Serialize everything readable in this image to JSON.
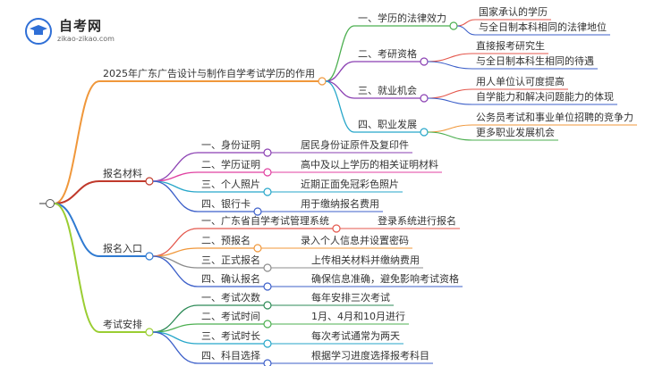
{
  "logo": {
    "title": "自考网",
    "url": "zikao-zikao.com",
    "icon": "graduation-cap-icon"
  },
  "branches": [
    {
      "label": "2025年广东广告设计与制作自学考试学历的作用",
      "color": "#f0973a",
      "children": [
        {
          "label": "一、学历的法律效力",
          "color": "#4caf50",
          "children": [
            {
              "label": "国家承认的学历",
              "color": "#e4574c"
            },
            {
              "label": "与全日制本科相同的法律地位",
              "color": "#3c5fc9"
            }
          ]
        },
        {
          "label": "二、考研资格",
          "color": "#8a3fb2",
          "children": [
            {
              "label": "直接报考研究生",
              "color": "#e4574c"
            },
            {
              "label": "与全日制本科生相同的待遇",
              "color": "#3c5fc9"
            }
          ]
        },
        {
          "label": "三、就业机会",
          "color": "#8a3fb2",
          "children": [
            {
              "label": "用人单位认可度提高",
              "color": "#e4574c"
            },
            {
              "label": "自学能力和解决问题能力的体现",
              "color": "#3c5fc9"
            }
          ]
        },
        {
          "label": "四、职业发展",
          "color": "#26a6c9",
          "children": [
            {
              "label": "公务员考试和事业单位招聘的竞争力",
              "color": "#f0973a"
            },
            {
              "label": "更多职业发展机会",
              "color": "#4caf50"
            }
          ]
        }
      ]
    },
    {
      "label": "报名材料",
      "color": "#c0392b",
      "children": [
        {
          "label": "一、身份证明",
          "color": "#8a3fb2",
          "children": [
            {
              "label": "居民身份证原件及复印件",
              "color": "#8a3fb2"
            }
          ]
        },
        {
          "label": "二、学历证明",
          "color": "#e040a0",
          "children": [
            {
              "label": "高中及以上学历的相关证明材料",
              "color": "#e040a0"
            }
          ]
        },
        {
          "label": "三、个人照片",
          "color": "#26a6c9",
          "children": [
            {
              "label": "近期正面免冠彩色照片",
              "color": "#26a6c9"
            }
          ]
        },
        {
          "label": "四、银行卡",
          "color": "#3c5fc9",
          "children": [
            {
              "label": "用于缴纳报名费用",
              "color": "#3c5fc9"
            }
          ]
        }
      ]
    },
    {
      "label": "报名入口",
      "color": "#2f7ad1",
      "children": [
        {
          "label": "一、广东省自学考试管理系统",
          "color": "#e4574c",
          "children": [
            {
              "label": "登录系统进行报名",
              "color": "#e4574c"
            }
          ]
        },
        {
          "label": "二、预报名",
          "color": "#f0973a",
          "children": [
            {
              "label": "录入个人信息并设置密码",
              "color": "#f0973a"
            }
          ]
        },
        {
          "label": "三、正式报名",
          "color": "#8c8c8c",
          "children": [
            {
              "label": "上传相关材料并缴纳费用",
              "color": "#8c8c8c"
            }
          ]
        },
        {
          "label": "四、确认报名",
          "color": "#3c5fc9",
          "children": [
            {
              "label": "确保信息准确，避免影响考试资格",
              "color": "#3c5fc9"
            }
          ]
        }
      ]
    },
    {
      "label": "考试安排",
      "color": "#9acd32",
      "children": [
        {
          "label": "一、考试次数",
          "color": "#2e8b57",
          "children": [
            {
              "label": "每年安排三次考试",
              "color": "#2e8b57"
            }
          ]
        },
        {
          "label": "二、考试时间",
          "color": "#4caf50",
          "children": [
            {
              "label": "1月、4月和10月进行",
              "color": "#4caf50"
            }
          ]
        },
        {
          "label": "三、考试时长",
          "color": "#26a6c9",
          "children": [
            {
              "label": "每次考试通常为两天",
              "color": "#26a6c9"
            }
          ]
        },
        {
          "label": "四、科目选择",
          "color": "#3c5fc9",
          "children": [
            {
              "label": "根据学习进度选择报考科目",
              "color": "#3c5fc9"
            }
          ]
        }
      ]
    }
  ]
}
